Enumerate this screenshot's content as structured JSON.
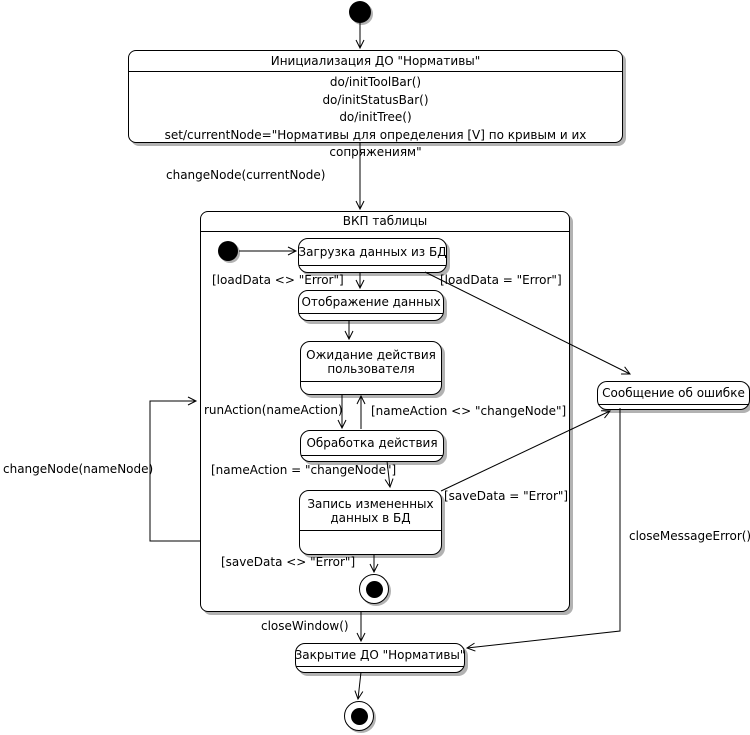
{
  "diagram": {
    "init_box": {
      "title": "Инициализация ДО \"Нормативы\"",
      "actions": [
        "do/initToolBar()",
        "do/initStatusBar()",
        "do/initTree()",
        "set/currentNode=\"Нормативы для определения [V] по кривым и их сопряжениям\""
      ]
    },
    "composite": {
      "title": "ВКП таблицы"
    },
    "states": {
      "load": "Загрузка данных из БД",
      "display": "Отображение данных",
      "wait": "Ожидание действия пользователя",
      "process": "Обработка действия",
      "save": "Запись измененных данных в БД",
      "error": "Сообщение об ошибке",
      "close": "Закрытие ДО \"Нормативы\""
    },
    "labels": {
      "change_node_current": "changeNode(currentNode)",
      "load_ok": "[loadData <> \"Error\"]",
      "load_err": "[loadData = \"Error\"]",
      "run_action": "runAction(nameAction)",
      "name_action_neq": "[nameAction <> \"changeNode\"]",
      "name_action_eq": "[nameAction = \"changeNode\"]",
      "save_err": "[saveData = \"Error\"]",
      "save_ok": "[saveData <> \"Error\"]",
      "change_node_name": "changeNode(nameNode)",
      "close_window": "closeWindow()",
      "close_message_error": "closeMessageError()"
    },
    "colors": {
      "line": "#000000",
      "fill": "#ffffff",
      "shadow": "#b2b2b2"
    }
  }
}
